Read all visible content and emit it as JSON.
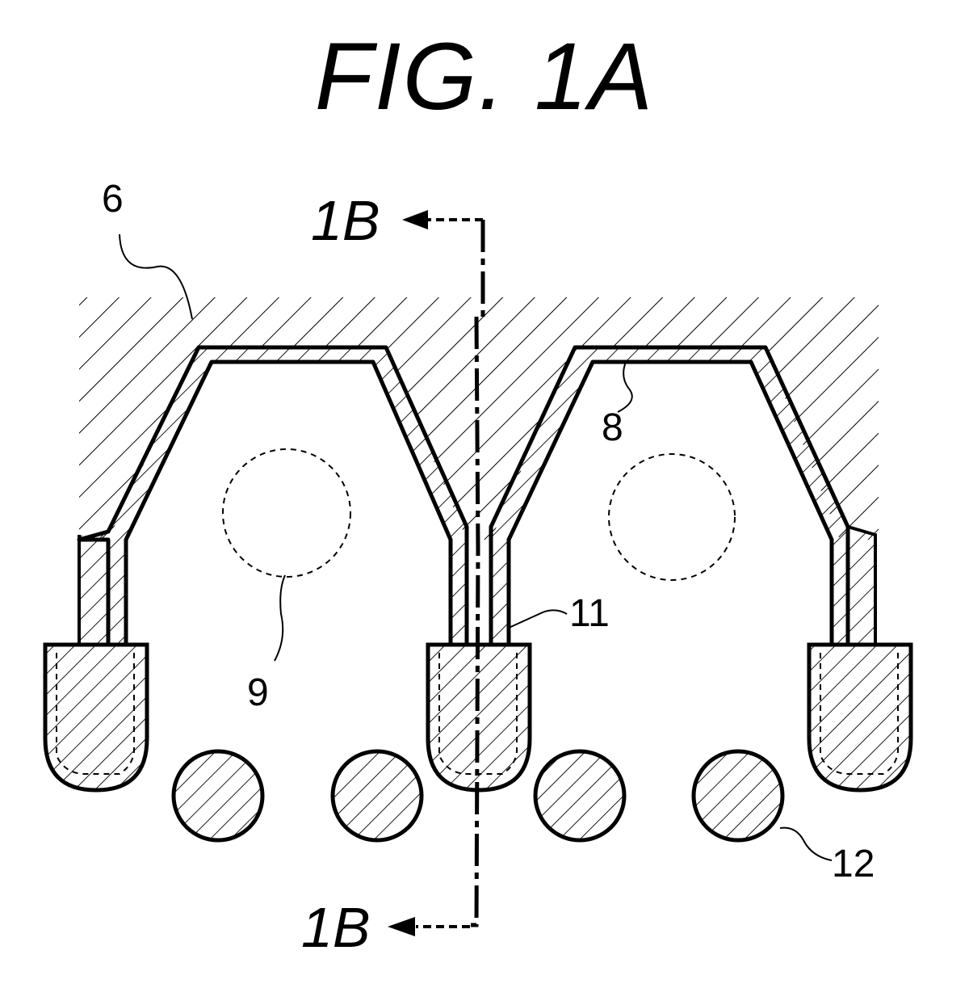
{
  "figure": {
    "title": "FIG. 1A",
    "section_marks": {
      "top": "1B",
      "bottom": "1B"
    },
    "reference_numerals": {
      "substrate": "6",
      "barrier": "8",
      "heater": "9",
      "passage": "11",
      "pillar": "12"
    }
  },
  "colors": {
    "ink": "#000000",
    "paper": "#ffffff"
  }
}
